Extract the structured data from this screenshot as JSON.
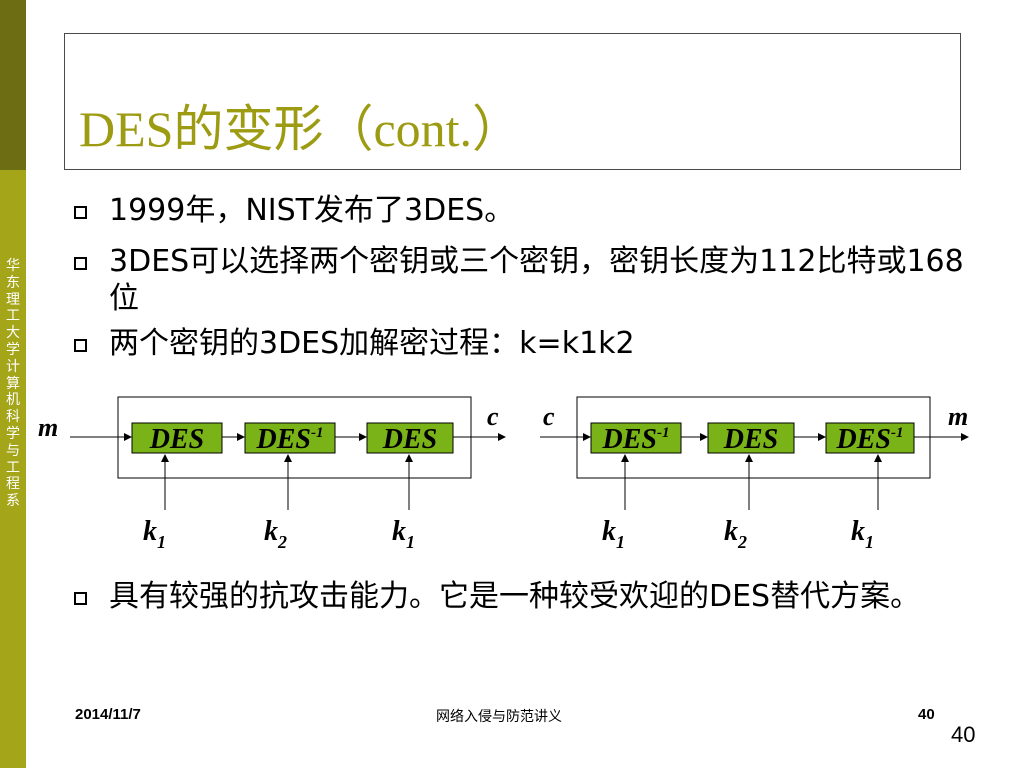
{
  "sidebar": {
    "label": "华东理工大学计算机科学与工程系"
  },
  "slide": {
    "title": "DES的变形（cont.）"
  },
  "bullets": [
    "1999年，NIST发布了3DES。",
    "3DES可以选择两个密钥或三个密钥，密钥长度为112比特或168位",
    "两个密钥的3DES加解密过程：k=k1k2"
  ],
  "bullet_bottom": "具有较强的抗攻击能力。它是一种较受欢迎的DES替代方案。",
  "diagram": {
    "encrypt": {
      "input": "m",
      "output": "c",
      "blocks": [
        {
          "name": "DES",
          "sup": ""
        },
        {
          "name": "DES",
          "sup": "-1"
        },
        {
          "name": "DES",
          "sup": ""
        }
      ],
      "keys": [
        {
          "k": "k",
          "sub": "1"
        },
        {
          "k": "k",
          "sub": "2"
        },
        {
          "k": "k",
          "sub": "1"
        }
      ]
    },
    "decrypt": {
      "input": "c",
      "output": "m",
      "blocks": [
        {
          "name": "DES",
          "sup": "-1"
        },
        {
          "name": "DES",
          "sup": ""
        },
        {
          "name": "DES",
          "sup": "-1"
        }
      ],
      "keys": [
        {
          "k": "k",
          "sub": "1"
        },
        {
          "k": "k",
          "sub": "2"
        },
        {
          "k": "k",
          "sub": "1"
        }
      ]
    },
    "block_fill": "#7ab317"
  },
  "footer": {
    "date": "2014/11/7",
    "title": "网络入侵与防范讲义",
    "page": "40"
  },
  "corner_page": "40",
  "colors": {
    "sidebar": "#a4a519",
    "sidebar_dark": "#6d6e13",
    "title": "#9c9b12"
  }
}
